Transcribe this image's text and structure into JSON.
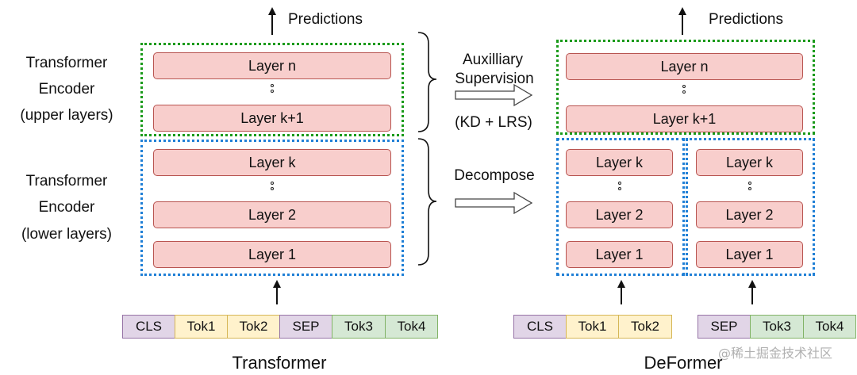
{
  "left": {
    "prediction_label": "Predictions",
    "upper_caption": [
      "Transformer",
      "Encoder",
      "(upper layers)"
    ],
    "lower_caption": [
      "Transformer",
      "Encoder",
      "(lower layers)"
    ],
    "upper_layers": [
      "Layer n",
      "Layer k+1"
    ],
    "lower_layers": [
      "Layer k",
      "Layer 2",
      "Layer 1"
    ],
    "tokens": [
      "CLS",
      "Tok1",
      "Tok2",
      "SEP",
      "Tok3",
      "Tok4"
    ],
    "title": "Transformer"
  },
  "middle": {
    "supervision_lines": [
      "Auxilliary",
      "Supervision"
    ],
    "supervision_detail": "(KD + LRS)",
    "decompose_label": "Decompose"
  },
  "right": {
    "prediction_label": "Predictions",
    "upper_layers": [
      "Layer n",
      "Layer k+1"
    ],
    "lower_left_layers": [
      "Layer k",
      "Layer 2",
      "Layer 1"
    ],
    "lower_right_layers": [
      "Layer k",
      "Layer 2",
      "Layer 1"
    ],
    "tokens_left": [
      "CLS",
      "Tok1",
      "Tok2"
    ],
    "tokens_right": [
      "SEP",
      "Tok3",
      "Tok4"
    ],
    "title": "DeFormer"
  },
  "watermark": "@稀土掘金技术社区",
  "colors": {
    "layer_fill": "#f8cecc",
    "layer_border": "#b85450",
    "upper_group_border": "#1a9a1a",
    "lower_group_border": "#1f7fd6",
    "cls_sep_fill": "#e1d5e7",
    "segment_a_fill": "#fff2cc",
    "segment_b_fill": "#d5e8d4"
  }
}
